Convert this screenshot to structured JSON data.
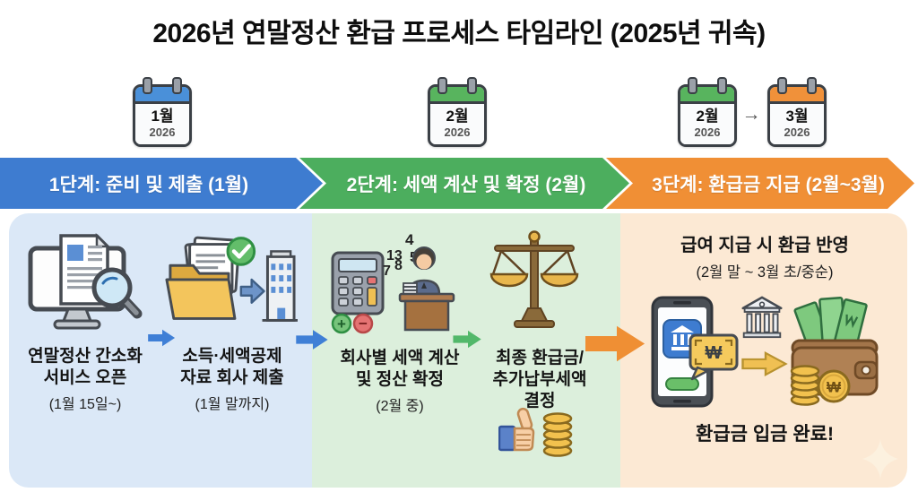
{
  "title": "2026년 연말정산 환급 프로세스 타임라인 (2025년 귀속)",
  "calendar_arrow": "→",
  "calendars": [
    {
      "month": "1월",
      "year": "2026"
    },
    {
      "month": "2월",
      "year": "2026"
    },
    {
      "month": "2월",
      "year": "2026"
    },
    {
      "month": "3월",
      "year": "2026"
    }
  ],
  "phases": [
    {
      "label": "1단계: 준비 및 제출 (1월)"
    },
    {
      "label": "2단계: 세액 계산 및 확정 (2월)"
    },
    {
      "label": "3단계: 환급금 지급 (2월~3월)"
    }
  ],
  "steps": [
    {
      "line1": "연말정산 간소화",
      "line2": "서비스 오픈",
      "note": "(1월 15일~)"
    },
    {
      "line1": "소득·세액공제",
      "line2": "자료 회사 제출",
      "note": "(1월 말까지)"
    },
    {
      "line1": "회사별 세액 계산",
      "line2": "및 정산 확정",
      "note": "(2월 중)"
    },
    {
      "line1": "최종 환급금/",
      "line2": "추가납부세액",
      "line3": "결정"
    }
  ],
  "stage3": {
    "heading": "급여 지급 시 환급 반영",
    "subheading": "(2월 말 ~ 3월 초/중순)",
    "done": "환급금 입금 완료!"
  },
  "calc_numbers": [
    "13",
    "4",
    "5",
    "7",
    "8"
  ],
  "symbols": {
    "won": "₩",
    "plus": "+",
    "minus": "−"
  },
  "colors": {
    "phase1_blue": "#3e7cd0",
    "phase2_green": "#4cae5e",
    "phase3_orange": "#f08f35",
    "panel1_bg": "#dbe8f7",
    "panel2_bg": "#dcefdc",
    "panel3_bg": "#fce9d4",
    "calendar_jan": "#4a90d9",
    "calendar_feb": "#58b45e",
    "calendar_mar": "#f0913a"
  }
}
